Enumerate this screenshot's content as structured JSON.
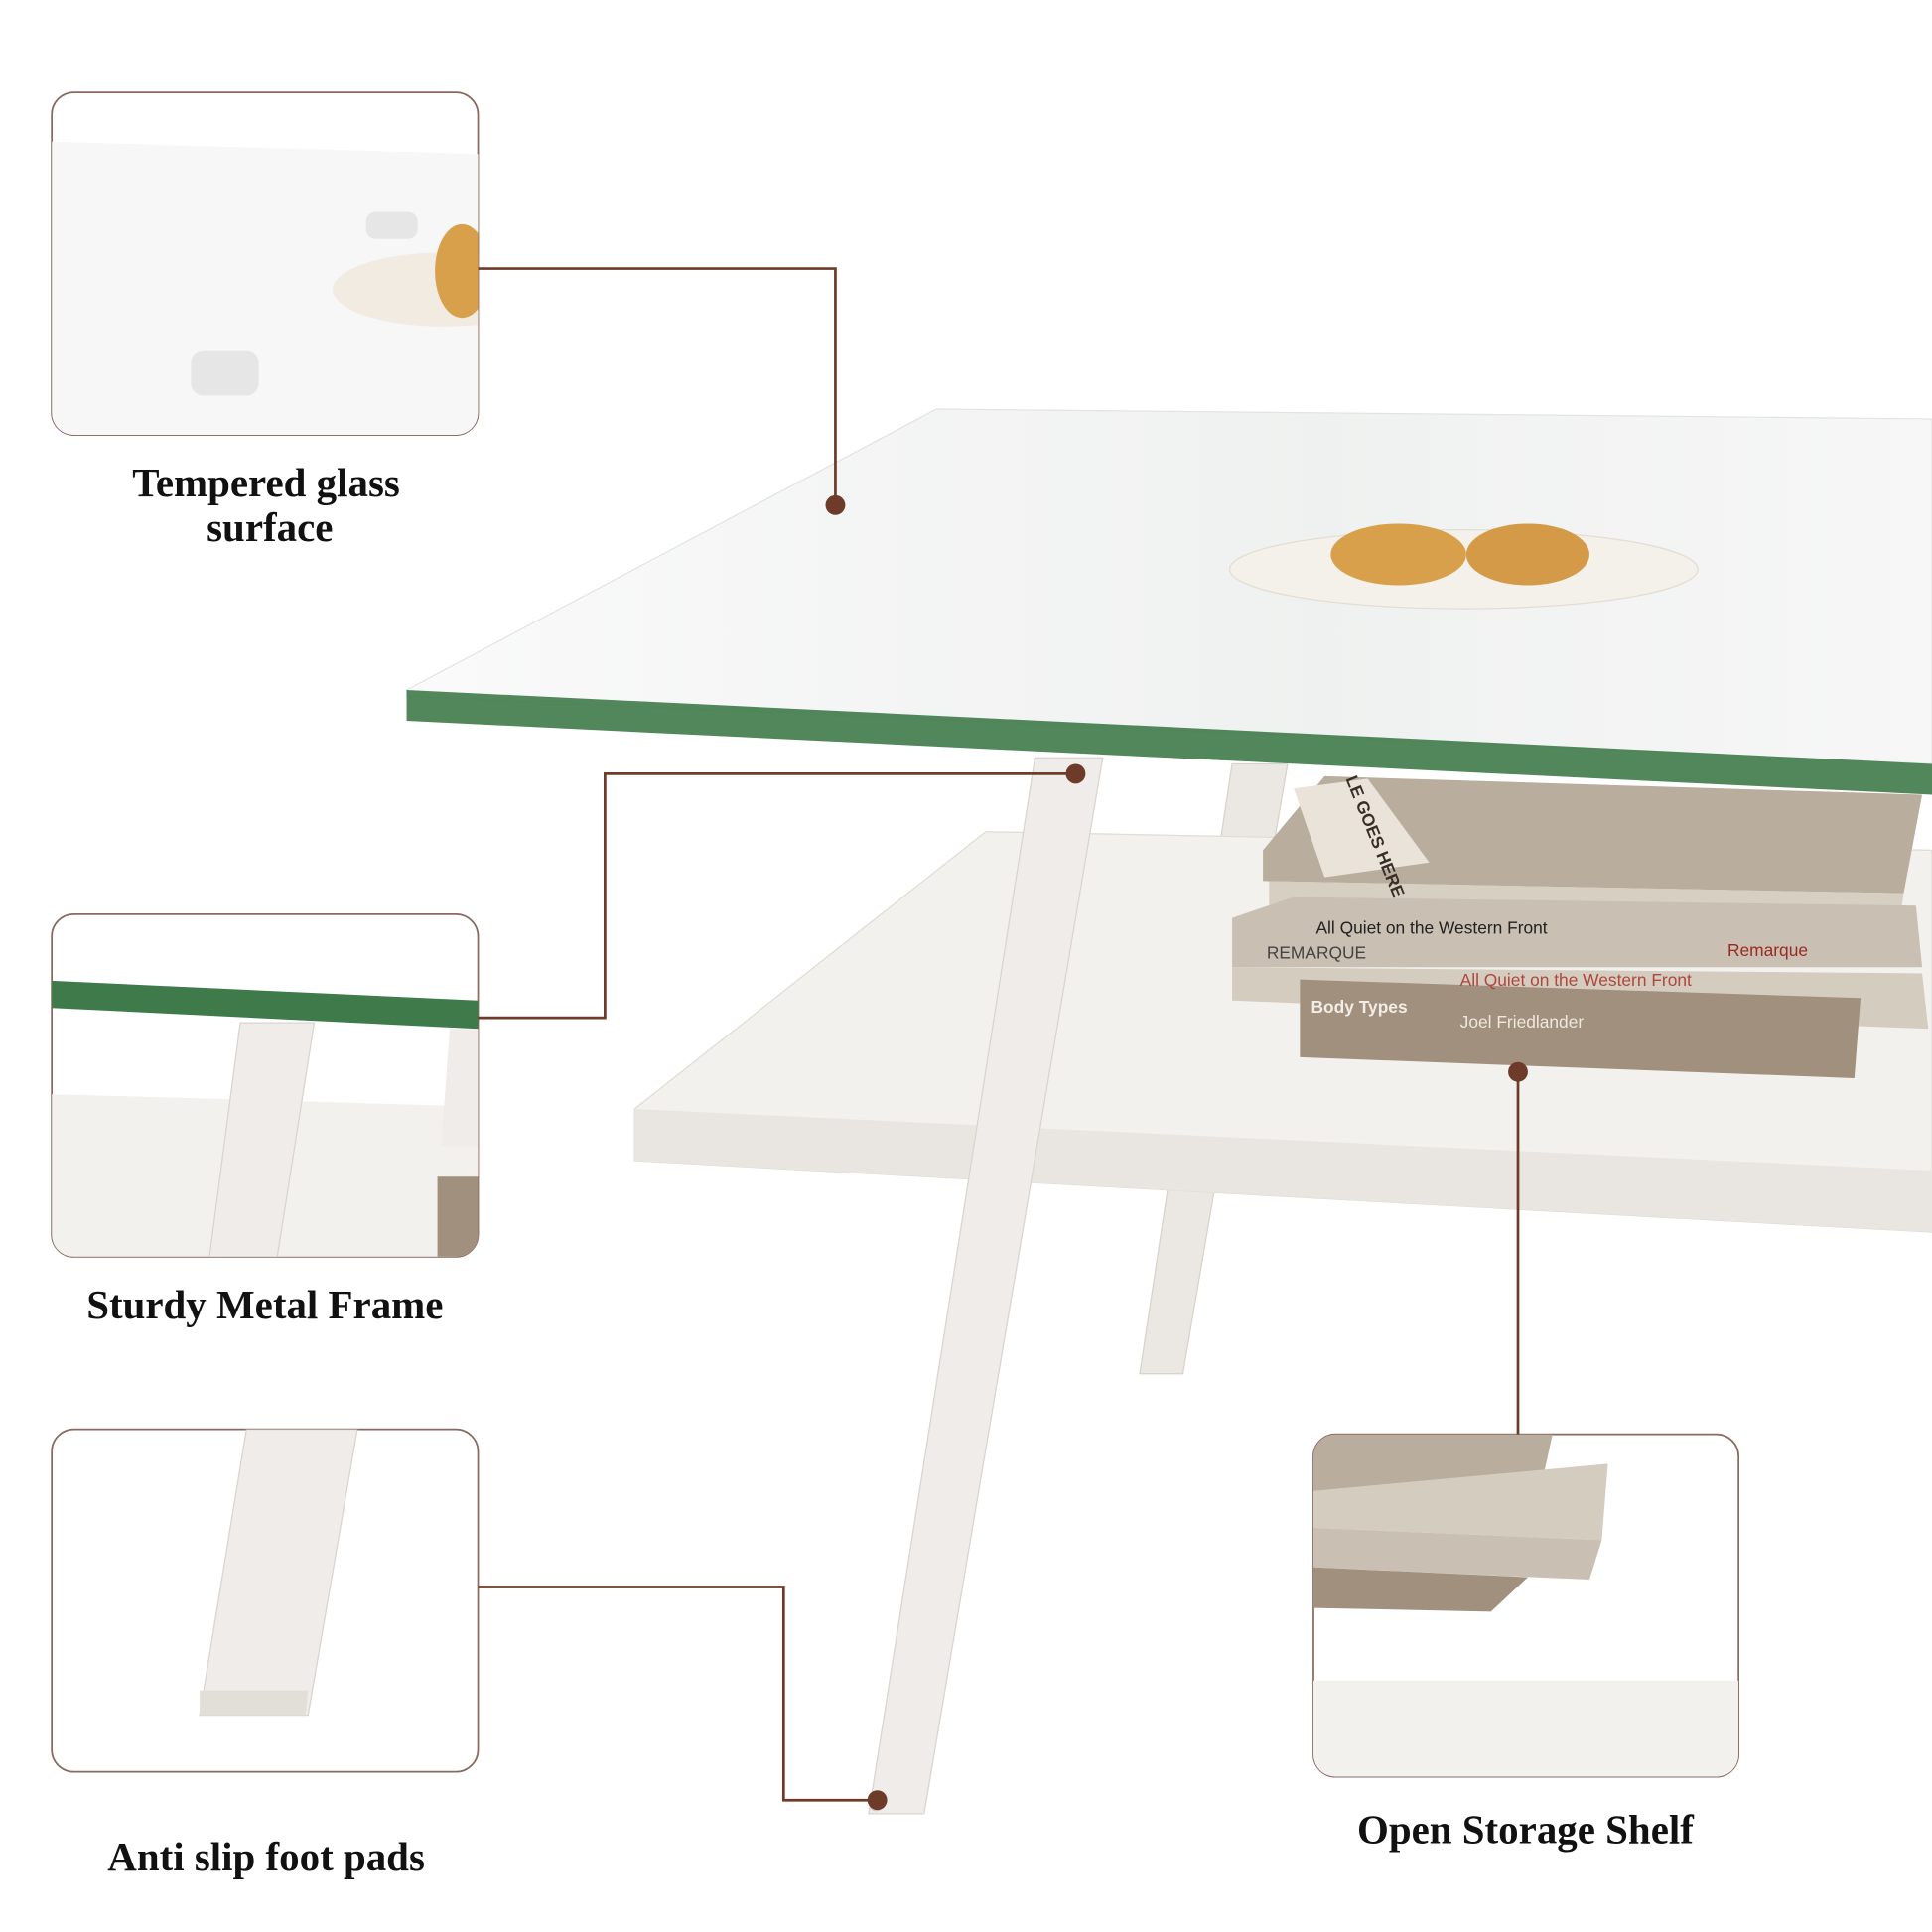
{
  "features": [
    {
      "id": "glass",
      "label_lines": [
        "Tempered glass",
        "surface"
      ]
    },
    {
      "id": "frame",
      "label_lines": [
        "Sturdy Metal Frame"
      ]
    },
    {
      "id": "feet",
      "label_lines": [
        "Anti slip foot pads"
      ]
    },
    {
      "id": "shelf",
      "label_lines": [
        "Open Storage Shelf"
      ]
    }
  ],
  "books": {
    "top_spine": "LE GOES HERE",
    "title1": "All Quiet on the Western Front",
    "author1": "Remarque",
    "author2": "REMARQUE",
    "title2": "All Quiet on the Western Front",
    "title3": "Body Types",
    "author3": "Joel Friedlander"
  },
  "colors": {
    "callout": "#6e3b2b",
    "glass_edge": "#3f7a4a",
    "wood": "#f3f1ee",
    "books": "#a89784"
  }
}
